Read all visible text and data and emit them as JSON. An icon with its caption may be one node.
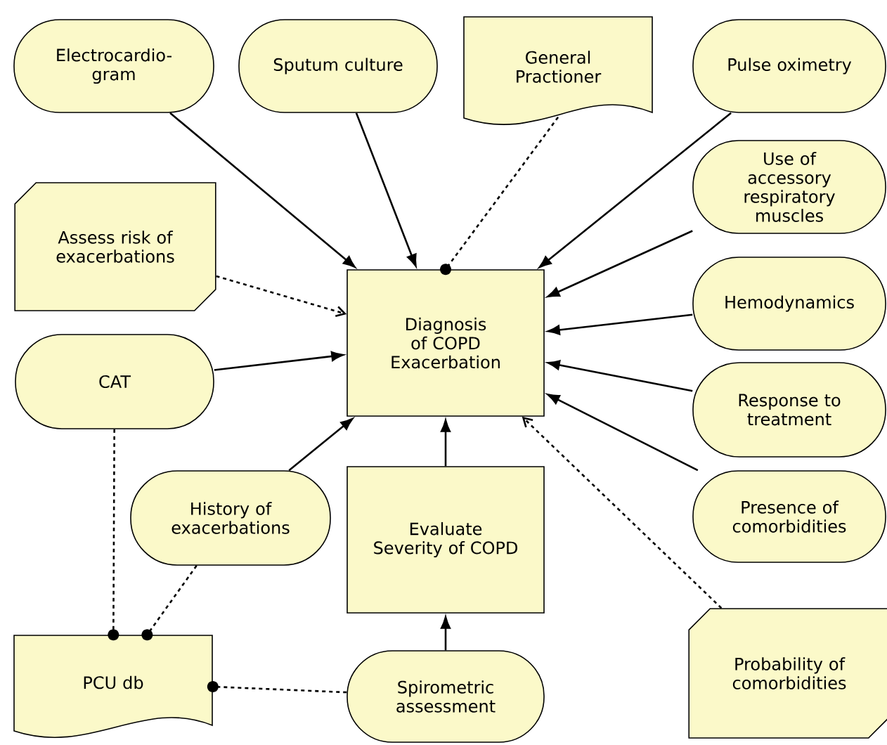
{
  "diagram": {
    "nodes": [
      {
        "text": [
          "Electrocardio-gram"
        ]
      },
      {
        "text": [
          "Sputum culture"
        ]
      },
      {
        "text": [
          "General Practioner"
        ]
      },
      {
        "text": [
          "Pulse oximetry"
        ]
      },
      {
        "text": [
          "Use of accessory respiratory muscles"
        ]
      },
      {
        "text": [
          "Assess risk of exacerbations"
        ]
      },
      {
        "text": [
          "Diagnosis of COPD Exacerbation"
        ]
      },
      {
        "text": [
          "Hemodynamics"
        ]
      },
      {
        "text": [
          "CAT"
        ]
      },
      {
        "text": [
          "Response to treatment"
        ]
      },
      {
        "text": [
          "History of exacerbations"
        ]
      },
      {
        "text": [
          "Evaluate Severity of COPD"
        ]
      },
      {
        "text": [
          "Presence of comorbidities"
        ]
      },
      {
        "text": [
          "PCU db"
        ]
      },
      {
        "text": [
          "Probability of comorbidities"
        ]
      },
      {
        "text": [
          "Spirometric assessment"
        ]
      }
    ],
    "edges": [
      {
        "from": 0,
        "to": 6,
        "arrow": "to"
      },
      {
        "from": 1,
        "to": 6,
        "arrow": "to"
      },
      {
        "from": 2,
        "to": 6,
        "arrow": "other",
        "style": "dashed"
      },
      {
        "from": 3,
        "to": 6,
        "arrow": "to"
      },
      {
        "from": 4,
        "to": 6,
        "arrow": "to"
      },
      {
        "from": 5,
        "to": 6,
        "arrow": "to",
        "style": "dashed"
      },
      {
        "from": 7,
        "to": 6,
        "arrow": "to"
      },
      {
        "from": 8,
        "to": 6,
        "arrow": "to"
      },
      {
        "from": 9,
        "to": 6,
        "arrow": "to"
      },
      {
        "from": 12,
        "to": 6,
        "arrow": "to"
      },
      {
        "from": 14,
        "to": 6,
        "arrow": "to",
        "style": "dashed"
      },
      {
        "from": 10,
        "to": 6,
        "arrow": "to"
      },
      {
        "from": 11,
        "to": 6,
        "arrow": "to"
      },
      {
        "from": 15,
        "to": 11,
        "arrow": "to"
      },
      {
        "from": 8,
        "to": 13,
        "arrow": "other",
        "style": "dashed"
      },
      {
        "from": 10,
        "to": 13,
        "arrow": "other",
        "style": "dashed"
      },
      {
        "from": 15,
        "to": 13,
        "arrow": "other",
        "style": "dashed"
      }
    ]
  }
}
